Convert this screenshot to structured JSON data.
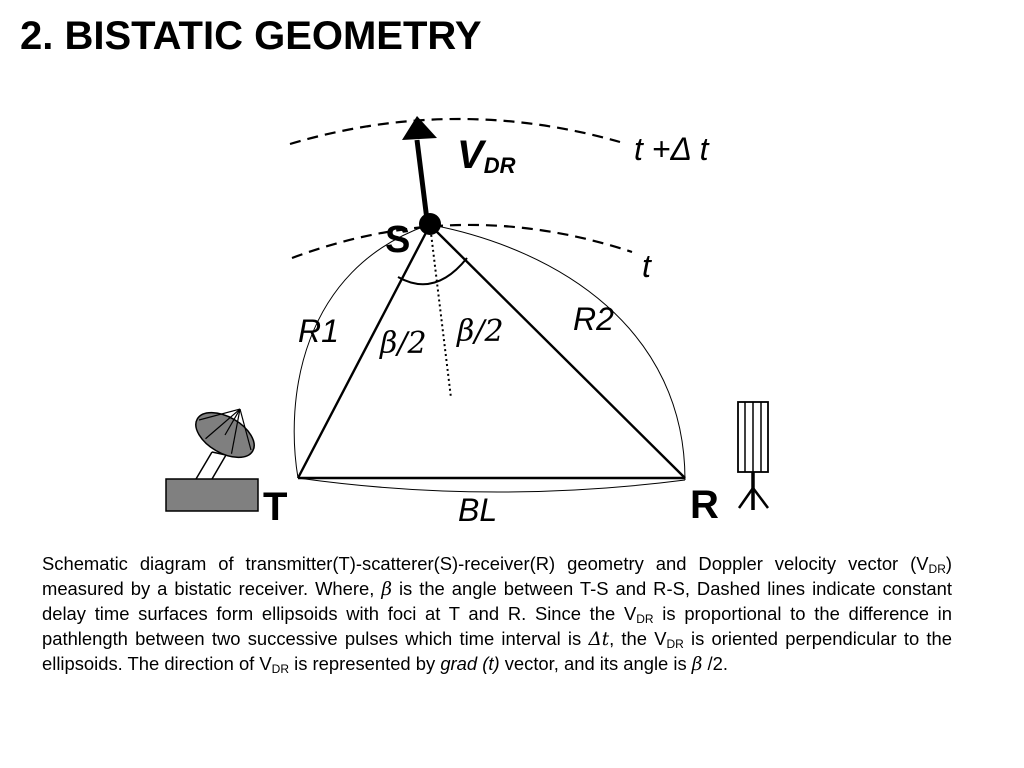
{
  "title": "2. BISTATIC GEOMETRY",
  "diagram": {
    "labels": {
      "scatterer": "S",
      "transmitter": "T",
      "receiver": "R",
      "velocity_main": "V",
      "velocity_sub": "DR",
      "time_outer": "t +Δ t",
      "time_inner": "t",
      "range1": "R1",
      "range2": "R2",
      "half_angle_left": "β/2",
      "half_angle_right": "β/2",
      "baseline": "BL"
    },
    "colors": {
      "stroke": "#000000",
      "transmitter_base": "#808080",
      "dish": "#7f7f7f"
    },
    "icons": {
      "transmitter": "satellite-dish-icon",
      "receiver": "antenna-array-icon"
    }
  },
  "caption": {
    "p1": "Schematic diagram of  transmitter(T)-scatterer(S)-receiver(R) geometry and Doppler velocity vector (V",
    "sub1": "DR",
    "p2": ") measured by a bistatic receiver.  Where, ",
    "beta1": "β",
    "p3": " is the angle between T-S and R-S,  Dashed lines indicate constant delay time surfaces form ellipsoids with foci at T and R.  Since the V",
    "sub2": "DR",
    "p4": " is proportional to the difference in pathlength between two successive pulses which time interval is ",
    "delta_t": "Δt",
    "p5": ", the V",
    "sub3": "DR",
    "p6": " is oriented perpendicular to the ellipsoids. The direction of V",
    "sub4": "DR",
    "p7": " is represented by ",
    "grad": "grad (t)",
    "p8": " vector, and its angle is ",
    "beta2": "β",
    "p9": " /2."
  }
}
